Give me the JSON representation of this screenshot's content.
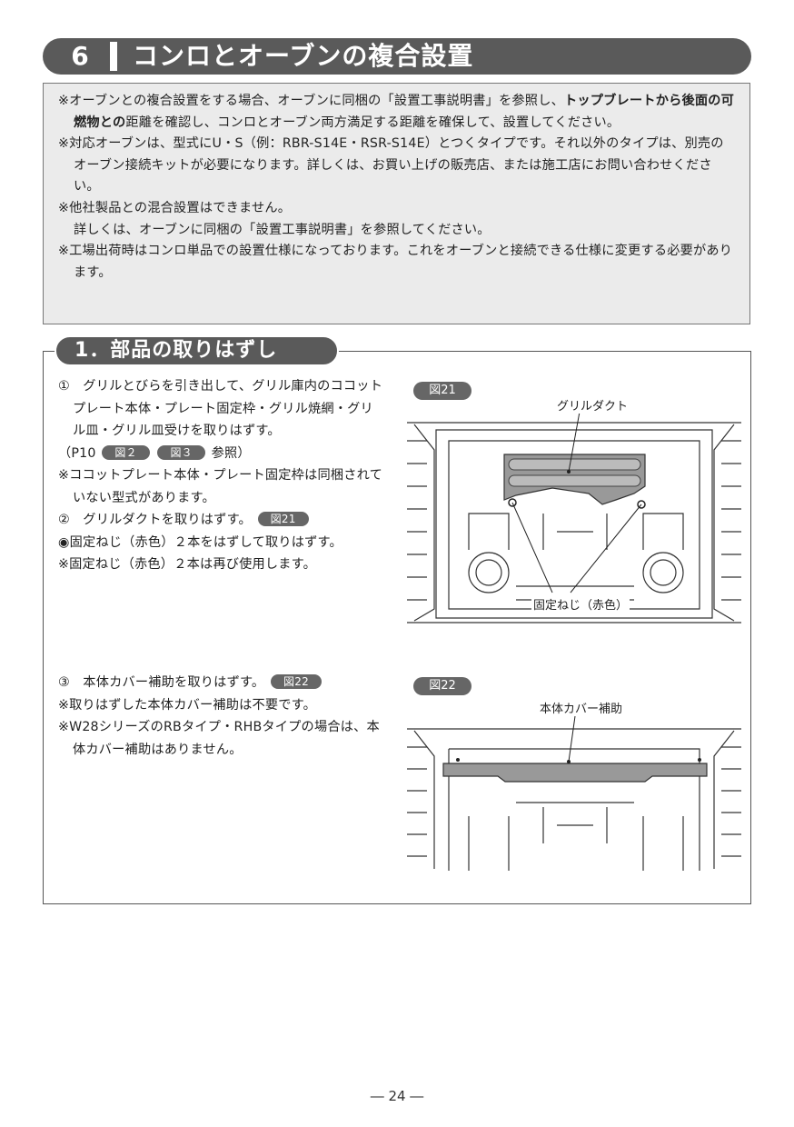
{
  "section": {
    "number": "6",
    "title": "コンロとオーブンの複合設置"
  },
  "notes": [
    {
      "pre": "※オーブンとの複合設置をする場合、オーブンに同梱の「設置工事説明書」を参照し、",
      "bold": "トップブレートから後面の可燃物との",
      "post": "距離を確認し、コンロとオーブン両方満足する距離を確保して、設置してください。"
    },
    {
      "text": "※対応オーブンは、型式にU・S（例：RBR-S14E・RSR-S14E）とつくタイプです。それ以外のタイプは、別売のオーブン接続キットが必要になります。詳しくは、お買い上げの販売店、または施工店にお問い合わせください。"
    },
    {
      "text": "※他社製品との混合設置はできません。"
    },
    {
      "text": "詳しくは、オーブンに同梱の「設置工事説明書」を参照してください。"
    },
    {
      "text": "※工場出荷時はコンロ単品での設置仕様になっております。これをオーブンと接続できる仕様に変更する必要があります。"
    }
  ],
  "subsection": {
    "title": "1．部品の取りはずし"
  },
  "step1": {
    "line1": "①　グリルとびらを引き出して、グリル庫内のココットプレート本体・プレート固定枠・グリル焼網・グリル皿・グリル皿受けを取りはずす。",
    "ref_pre": "（P10",
    "ref_fig2": "図２",
    "ref_fig3": "図３",
    "ref_post": "参照）",
    "note1": "※ココットプレート本体・プレート固定枠は同梱されていない型式があります。"
  },
  "step2": {
    "line": "②　グリルダクトを取りはずす。",
    "badge": "図21",
    "bullet": "◉固定ねじ（赤色）２本をはずして取りはずす。",
    "note": "※固定ねじ（赤色）２本は再び使用します。"
  },
  "step3": {
    "line": "③　本体カバー補助を取りはずす。",
    "badge": "図22",
    "note1": "※取りはずした本体カバー補助は不要です。",
    "note2": "※W28シリーズのRBタイプ・RHBタイプの場合は、本体カバー補助はありません。"
  },
  "figure21": {
    "badge": "図21",
    "label_top": "グリルダクト",
    "label_bottom": "固定ねじ（赤色）"
  },
  "figure22": {
    "badge": "図22",
    "label_top": "本体カバー補助"
  },
  "page_number": "― 24 ―"
}
